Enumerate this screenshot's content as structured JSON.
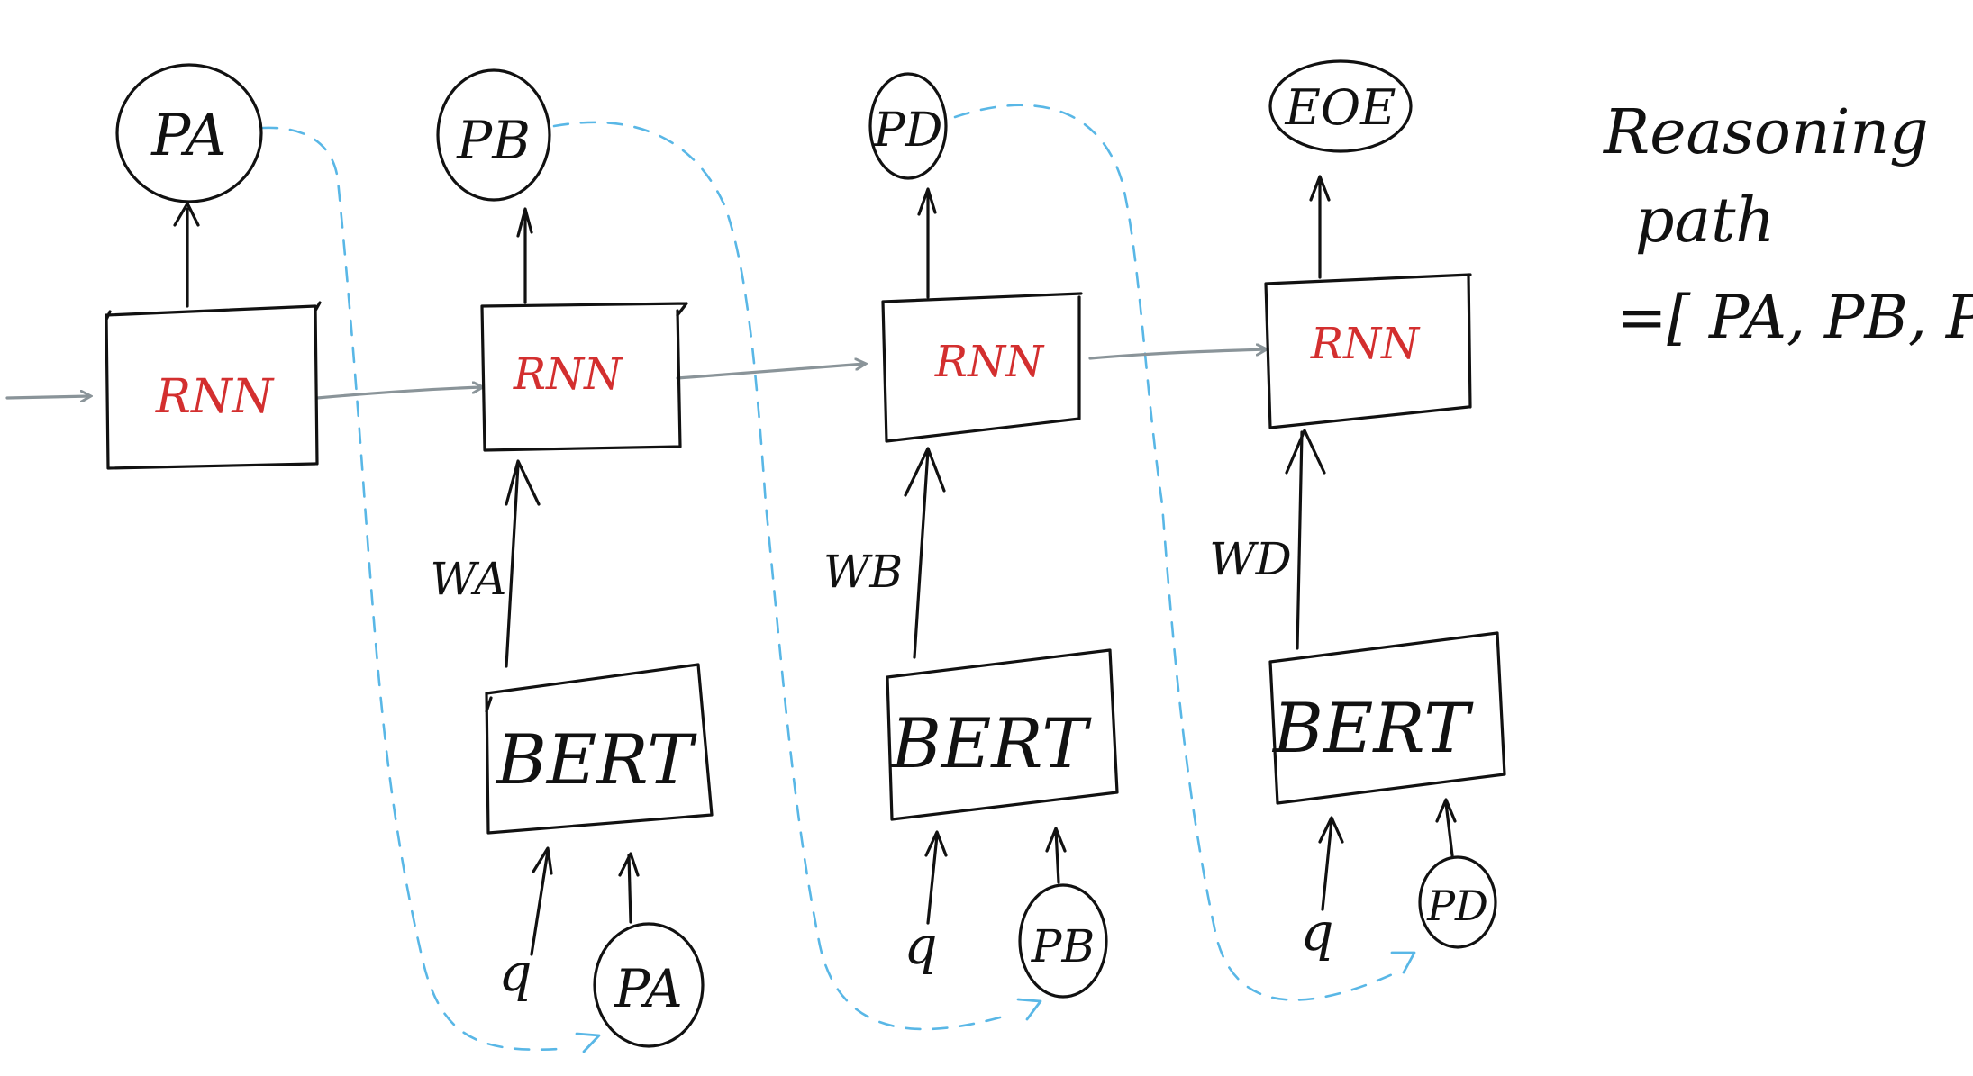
{
  "colors": {
    "ink": "#111111",
    "rnn_text": "#d32f2f",
    "state_arrow": "#8a9499",
    "path_dash": "#59b7e6"
  },
  "rnn_label": "RNN",
  "bert_label": "BERT",
  "question_label": "q",
  "steps": [
    {
      "output": "PA"
    },
    {
      "output": "PB",
      "weight": "WA",
      "bert_input": "PA"
    },
    {
      "output": "PD",
      "weight": "WB",
      "bert_input": "PB"
    },
    {
      "output": "EOE",
      "weight": "WD",
      "bert_input": "PD"
    }
  ],
  "note": {
    "line1": "Reasoning",
    "line2": "path",
    "line3": "=[ PA, PB, PD ]"
  }
}
